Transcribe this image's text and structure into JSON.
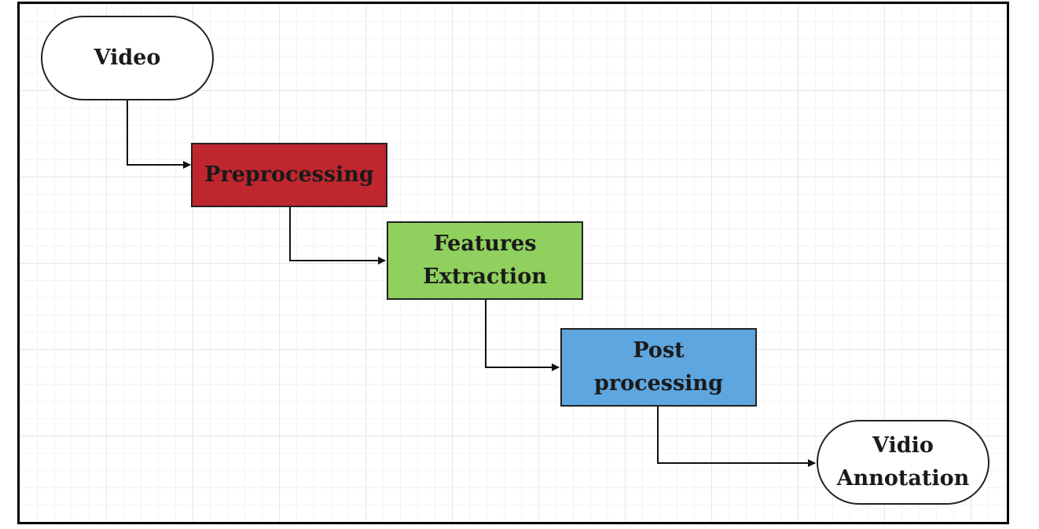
{
  "diagram": {
    "nodes": [
      {
        "id": "video",
        "label": "Video",
        "shape": "terminal"
      },
      {
        "id": "preprocessing",
        "label": "Preprocessing",
        "shape": "process",
        "fill": "#c0262e"
      },
      {
        "id": "features",
        "label": "Features\nExtraction",
        "shape": "process",
        "fill": "#8fd05e"
      },
      {
        "id": "post",
        "label": "Post\nprocessing",
        "shape": "process",
        "fill": "#5ea6df"
      },
      {
        "id": "annotation",
        "label": "Vidio\nAnnotation",
        "shape": "terminal"
      }
    ],
    "edges": [
      {
        "from": "video",
        "to": "preprocessing"
      },
      {
        "from": "preprocessing",
        "to": "features"
      },
      {
        "from": "features",
        "to": "post"
      },
      {
        "from": "post",
        "to": "annotation"
      }
    ]
  }
}
